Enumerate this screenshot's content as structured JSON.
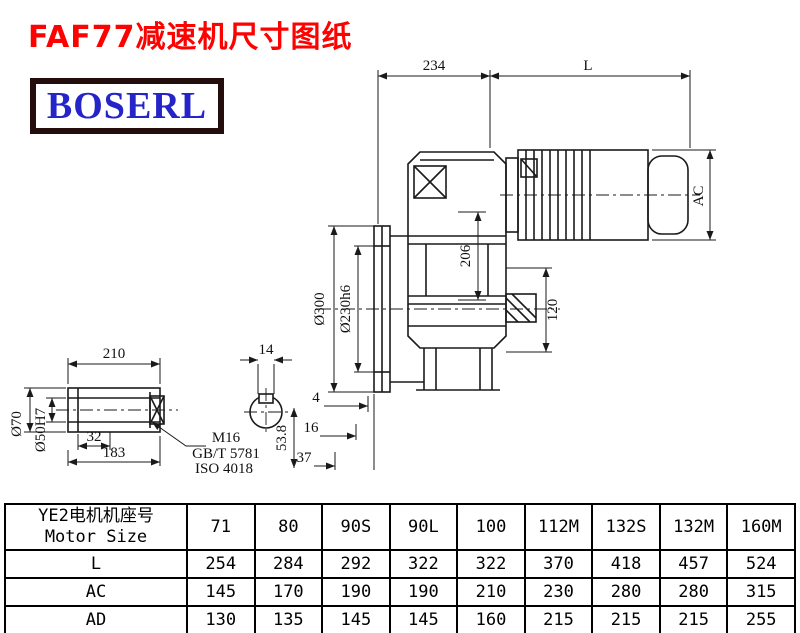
{
  "page": {
    "title": "FAF77减速机尺寸图纸",
    "logo": "BOSERL"
  },
  "drawing": {
    "dims": {
      "width_234": "234",
      "length_L": "L",
      "ac": "AC",
      "bore_206": "206",
      "flange_d300": "Ø300",
      "spigot_d230": "Ø230h6",
      "h_120": "120",
      "shaft_210": "210",
      "key_14": "14",
      "shaft_d70": "Ø70",
      "bore_d50": "Ø50H7",
      "key_32": "32",
      "shaft_183": "183",
      "bolt_m16": "M16",
      "std_gb": "GB/T 5781",
      "std_iso": "ISO 4018",
      "gap_4": "4",
      "gap_16": "16",
      "gap_37": "37",
      "gap_53_8": "53.8"
    }
  },
  "table": {
    "header": {
      "line1": "YE2电机机座号",
      "line2": "Motor Size"
    },
    "columns": [
      "71",
      "80",
      "90S",
      "90L",
      "100",
      "112M",
      "132S",
      "132M",
      "160M"
    ],
    "rows": [
      {
        "label": "L",
        "values": [
          "254",
          "284",
          "292",
          "322",
          "322",
          "370",
          "418",
          "457",
          "524"
        ]
      },
      {
        "label": "AC",
        "values": [
          "145",
          "170",
          "190",
          "190",
          "210",
          "230",
          "280",
          "280",
          "315"
        ]
      },
      {
        "label": "AD",
        "values": [
          "130",
          "135",
          "145",
          "145",
          "160",
          "215",
          "215",
          "215",
          "255"
        ]
      }
    ]
  }
}
